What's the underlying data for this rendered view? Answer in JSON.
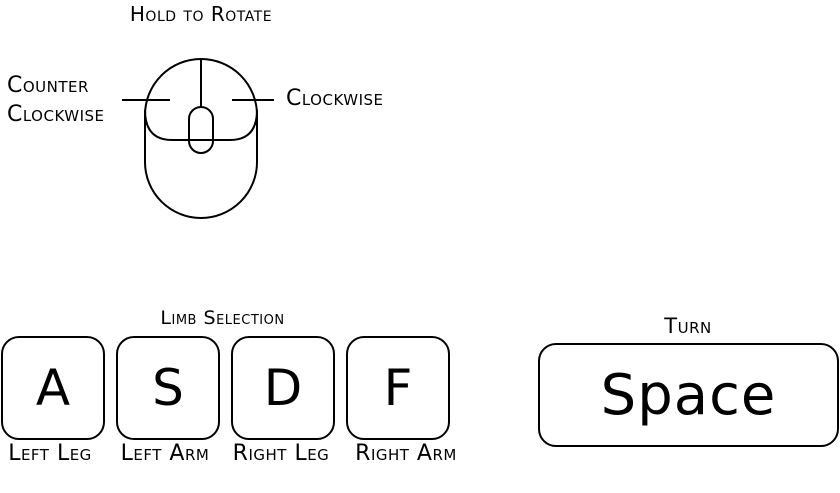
{
  "mouse_section": {
    "title": "Hold to Rotate",
    "counter_clockwise_line1": "Counter",
    "counter_clockwise_line2": "Clockwise",
    "clockwise": "Clockwise"
  },
  "limb_section": {
    "title": "Limb Selection",
    "keys": [
      {
        "key": "A",
        "label": "Left Leg"
      },
      {
        "key": "S",
        "label": "Left Arm"
      },
      {
        "key": "D",
        "label": "Right Leg"
      },
      {
        "key": "F",
        "label": "Right Arm"
      }
    ]
  },
  "turn_section": {
    "title": "Turn",
    "key": "Space"
  },
  "colors": {
    "background": "#ffffff",
    "stroke": "#000000"
  },
  "icons": [
    "mouse-icon"
  ]
}
